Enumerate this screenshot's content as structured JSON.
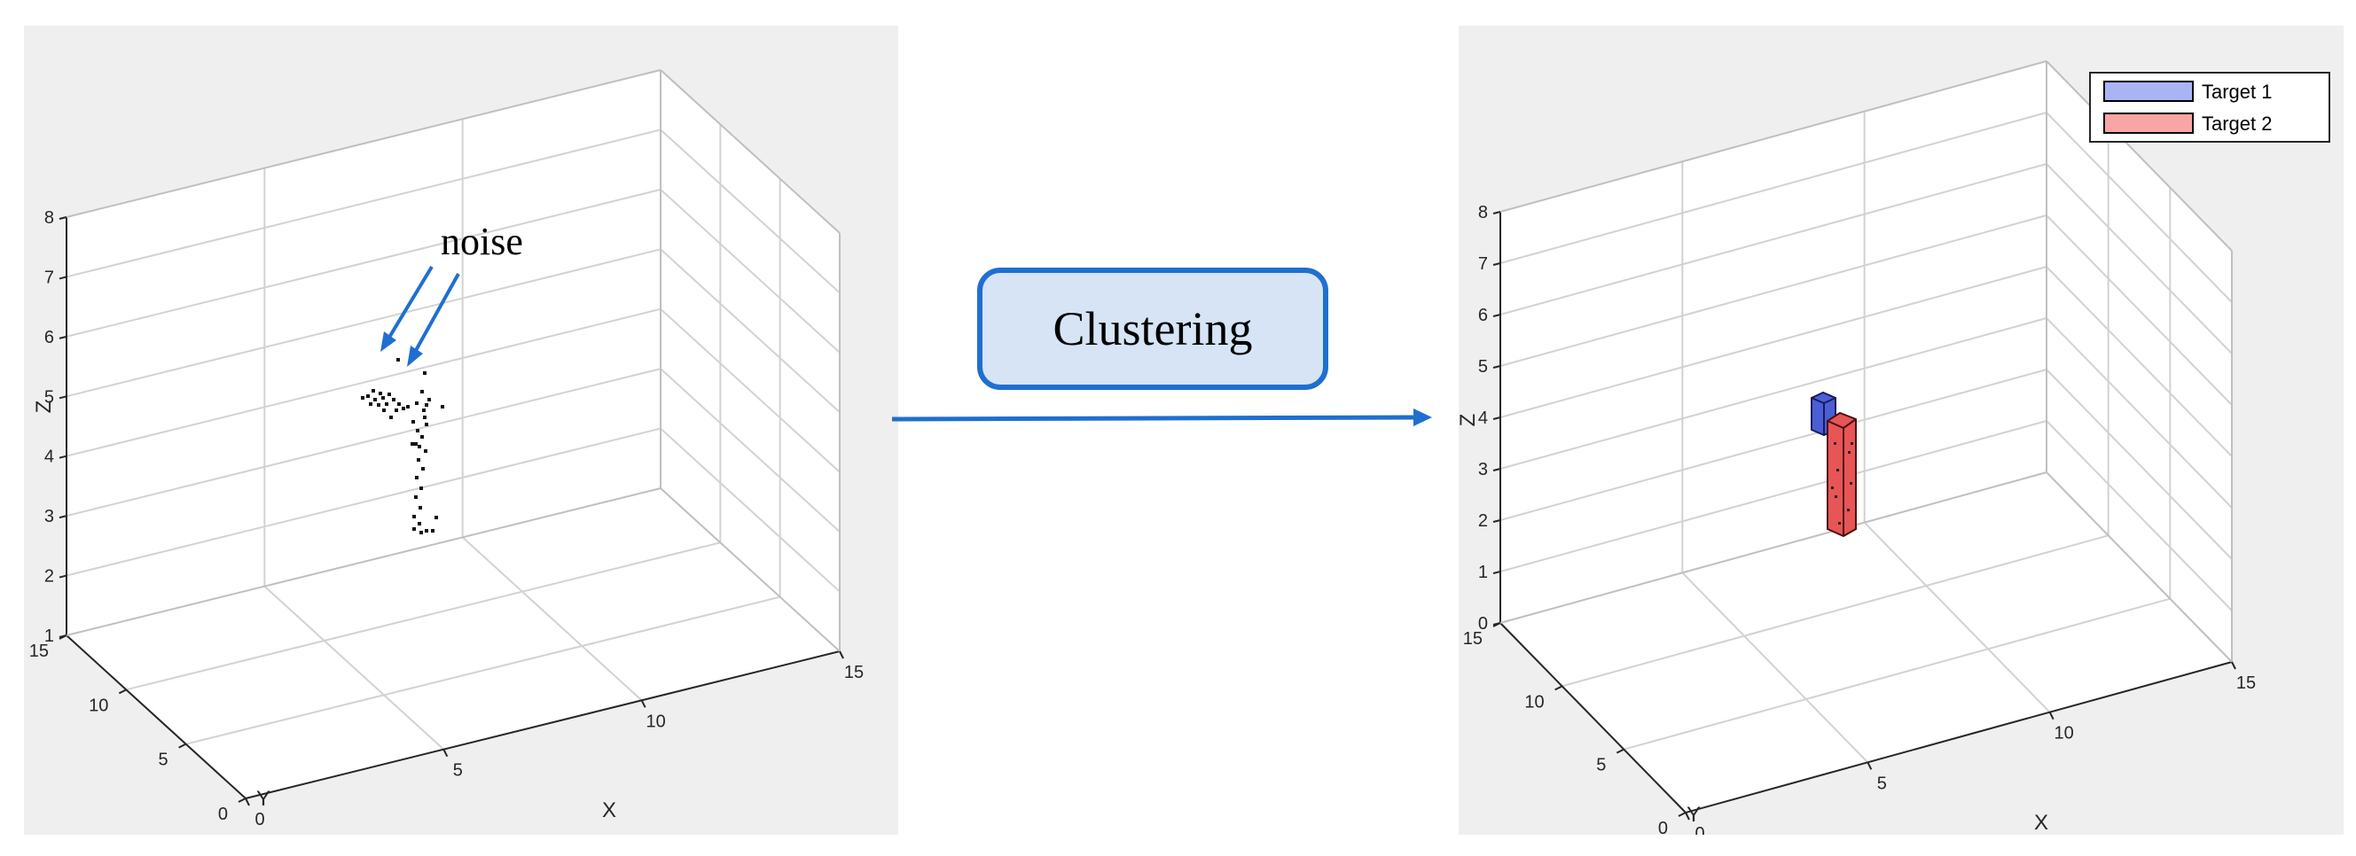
{
  "left_plot": {
    "zlabel": "Z",
    "ylabel": "Y",
    "xlabel": "X",
    "z_ticks": [
      "1",
      "2",
      "3",
      "4",
      "5",
      "6",
      "7",
      "8"
    ],
    "y_ticks": [
      "15",
      "10",
      "5",
      "0"
    ],
    "x_ticks": [
      "0",
      "5",
      "10",
      "15"
    ],
    "annotation": "noise"
  },
  "process_label": "Clustering",
  "right_plot": {
    "zlabel": "Z",
    "ylabel": "Y",
    "xlabel": "X",
    "z_ticks": [
      "0",
      "1",
      "2",
      "3",
      "4",
      "5",
      "6",
      "7",
      "8"
    ],
    "y_ticks": [
      "15",
      "10",
      "5",
      "0"
    ],
    "x_ticks": [
      "0",
      "5",
      "10",
      "15"
    ],
    "legend": [
      {
        "name": "Target 1",
        "color": "#aab4f5"
      },
      {
        "name": "Target 2",
        "color": "#f7a5a5"
      }
    ]
  },
  "colors": {
    "arrow": "#1f6fd0",
    "box_fill": "#d6e4f6",
    "box_border": "#1f6fd0",
    "target1": "#4a5fd6",
    "target2": "#e85555"
  }
}
